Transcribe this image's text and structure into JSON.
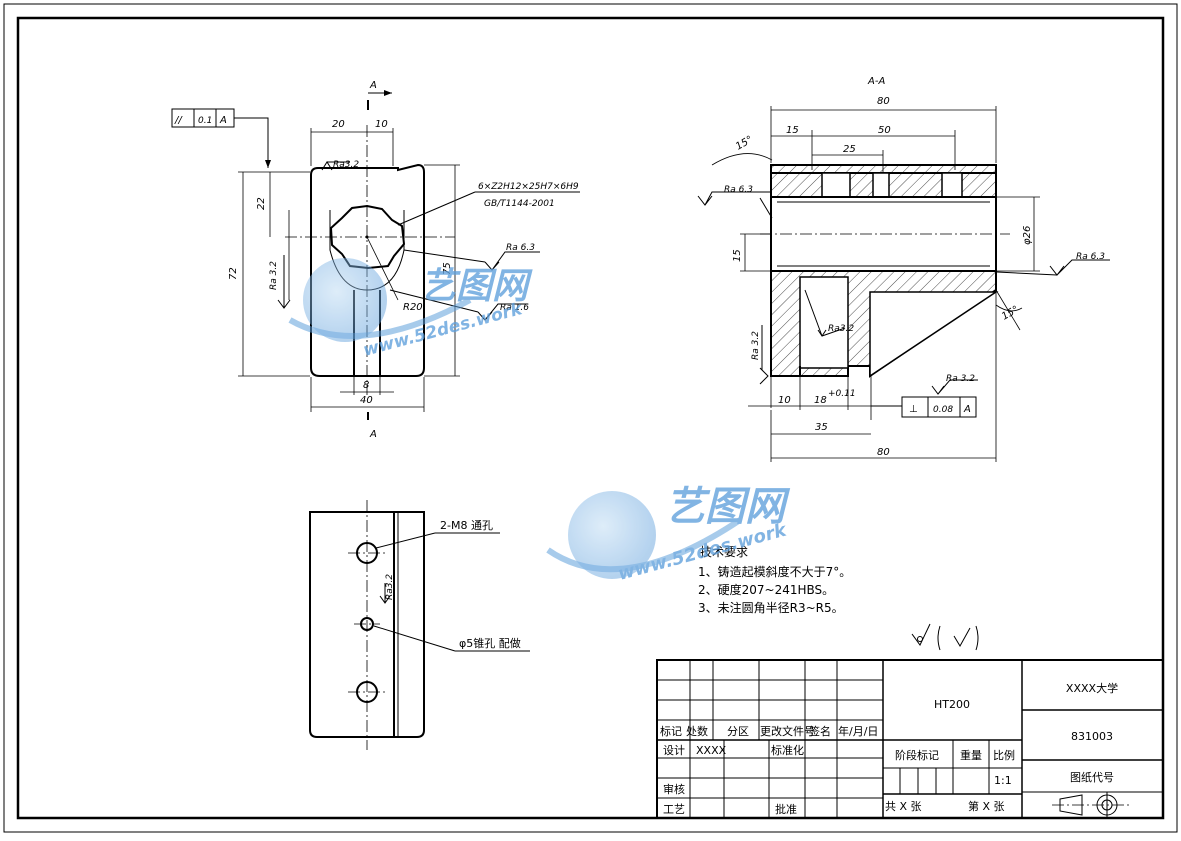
{
  "watermark": {
    "brand": "艺图网",
    "url": "www.52des.work"
  },
  "views": {
    "front": {
      "section_mark": "A",
      "spline_spec_line1": "6×Z2H12×25H7×6H9",
      "spline_spec_line2": "GB/T1144-2001",
      "dims": {
        "d20": "20",
        "d10": "10",
        "d22": "22",
        "d72": "72",
        "d75": "75",
        "d8": "8",
        "d40": "40",
        "r20": "R20"
      },
      "roughness": {
        "top": "Ra3.2",
        "left": "Ra 3.2",
        "right": "Ra 6.3",
        "right2": "Ra 1.6"
      },
      "tolerance": {
        "symbol": "//",
        "value": "0.1",
        "datum": "A"
      }
    },
    "section": {
      "title": "A-A",
      "dims": {
        "d80_top": "80",
        "d15": "15",
        "d50": "50",
        "d25": "25",
        "d15_left": "15",
        "dia26": "φ26",
        "d10": "10",
        "d18": "18",
        "d18_tol": "+0.11",
        "d35": "35",
        "d80_bottom": "80"
      },
      "angles": {
        "a1": "15°",
        "a2": "15°"
      },
      "roughness": {
        "r1": "Ra 6.3",
        "r2": "Ra 6.3",
        "r3": "Ra 3.2",
        "r4": "Ra 3.2",
        "inner": "Ra3.2"
      },
      "tolerance": {
        "symbol": "⊥",
        "value": "0.08",
        "datum": "A"
      }
    },
    "top": {
      "hole_note": "2-M8 通孔",
      "cone_note": "φ5锥孔 配做",
      "roughness": "Ra3.2"
    }
  },
  "tech_requirements": {
    "heading": "技术要求",
    "items": [
      "1、铸造起模斜度不大于7°。",
      "2、硬度207~241HBS。",
      "3、未注圆角半径R3~R5。"
    ]
  },
  "title_block": {
    "material": "HT200",
    "school": "XXXX大学",
    "drawing_no": "831003",
    "drawing_code_label": "图纸代号",
    "rev_headers": [
      "标记",
      "处数",
      "分区",
      "更改文件号",
      "签名",
      "年/月/日"
    ],
    "designer_label": "设计",
    "designer_name": "XXXX",
    "standardize_label": "标准化",
    "stage_mark_label": "阶段标记",
    "weight_label": "重量",
    "scale_label": "比例",
    "scale_value": "1:1",
    "review_label": "审核",
    "process_label": "工艺",
    "approve_label": "批准",
    "sheets_total_label": "共 X 张",
    "sheet_no_label": "第 X 张"
  }
}
